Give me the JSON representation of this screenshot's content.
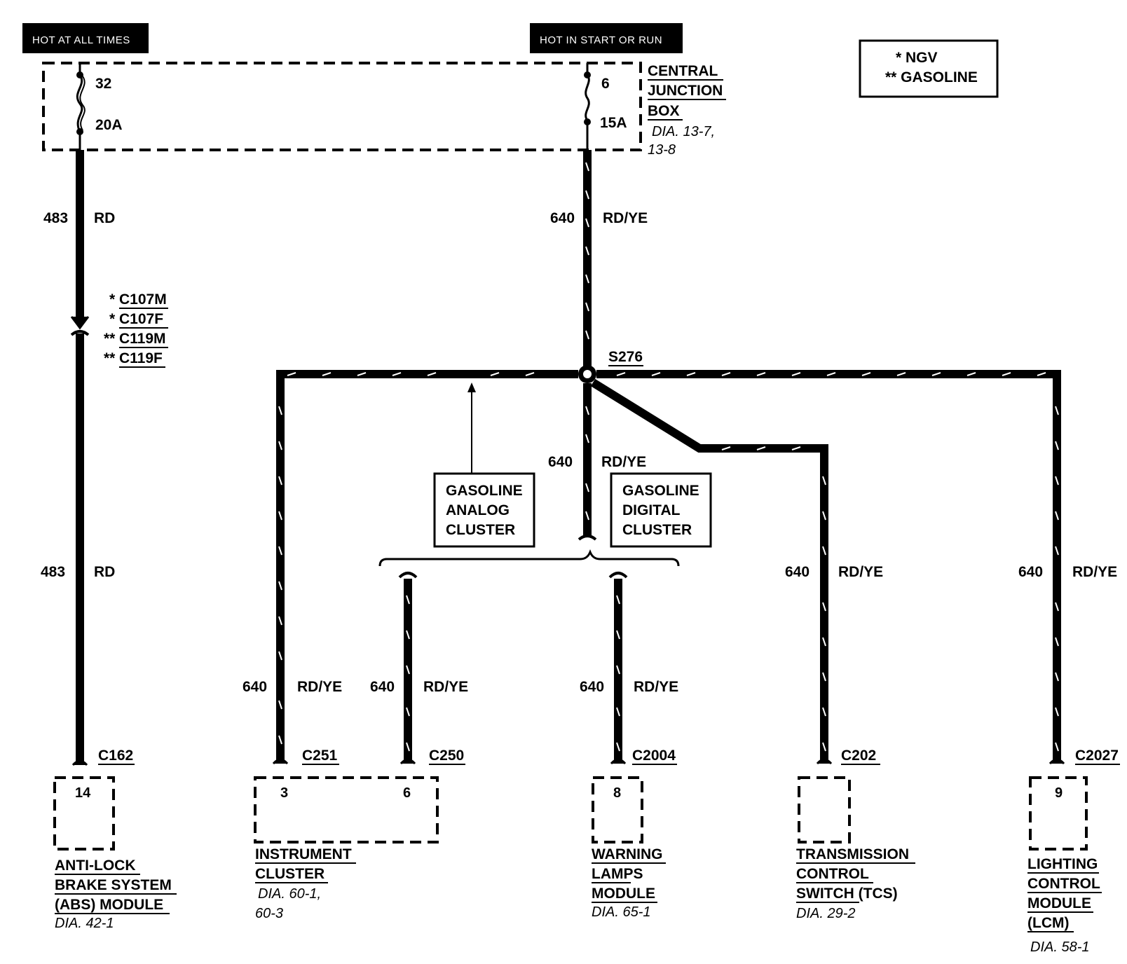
{
  "headers": {
    "hot_at_all_times": "HOT AT ALL TIMES",
    "hot_in_start_or_run": "HOT IN START OR RUN"
  },
  "legend": {
    "line1": "* NGV",
    "line2": "** GASOLINE"
  },
  "junction_box": {
    "title_line1": "CENTRAL",
    "title_line2": "JUNCTION",
    "title_line3": "BOX",
    "dia_line1": "DIA. 13-7,",
    "dia_line2": "13-8",
    "fuse_a_number": "32",
    "fuse_a_rating": "20A",
    "fuse_b_number": "6",
    "fuse_b_rating": "15A"
  },
  "wires": {
    "w483_top_num": "483",
    "w483_top_color": "RD",
    "w483_bot_num": "483",
    "w483_bot_color": "RD",
    "w640_top_num": "640",
    "w640_top_color": "RD/YE",
    "w640_mid_num": "640",
    "w640_mid_color": "RD/YE",
    "w640_c251_num": "640",
    "w640_c251_color": "RD/YE",
    "w640_c250_num": "640",
    "w640_c250_color": "RD/YE",
    "w640_c2004_num": "640",
    "w640_c2004_color": "RD/YE",
    "w640_c202_num": "640",
    "w640_c202_color": "RD/YE",
    "w640_c2027_num": "640",
    "w640_c2027_color": "RD/YE"
  },
  "inline_connectors": {
    "c107m": "C107M",
    "c107m_mark": "*",
    "c107f": "C107F",
    "c107f_mark": "*",
    "c119m": "C119M",
    "c119m_mark": "**",
    "c119f": "C119F",
    "c119f_mark": "**"
  },
  "splice": {
    "label": "S276"
  },
  "options": {
    "analog_line1": "GASOLINE",
    "analog_line2": "ANALOG",
    "analog_line3": "CLUSTER",
    "digital_line1": "GASOLINE",
    "digital_line2": "DIGITAL",
    "digital_line3": "CLUSTER"
  },
  "connectors": {
    "c162": "C162",
    "c251": "C251",
    "c250": "C250",
    "c2004": "C2004",
    "c202": "C202",
    "c2027": "C2027"
  },
  "components": {
    "abs": {
      "pin": "14",
      "line1": "ANTI-LOCK",
      "line2": "BRAKE SYSTEM",
      "line3": "(ABS) MODULE",
      "dia": "DIA. 42-1"
    },
    "cluster": {
      "pin_a": "3",
      "pin_b": "6",
      "line1": "INSTRUMENT",
      "line2": "CLUSTER",
      "dia1": "DIA. 60-1,",
      "dia2": "60-3"
    },
    "warning": {
      "pin": "8",
      "line1": "WARNING",
      "line2": "LAMPS",
      "line3": "MODULE",
      "dia": "DIA. 65-1"
    },
    "tcs": {
      "line1": "TRANSMISSION",
      "line2": "CONTROL",
      "line3": "SWITCH (TCS)",
      "dia": "DIA. 29-2"
    },
    "lcm": {
      "pin": "9",
      "line1": "LIGHTING",
      "line2": "CONTROL",
      "line3": "MODULE",
      "line4": "(LCM)",
      "dia": "DIA. 58-1"
    }
  }
}
